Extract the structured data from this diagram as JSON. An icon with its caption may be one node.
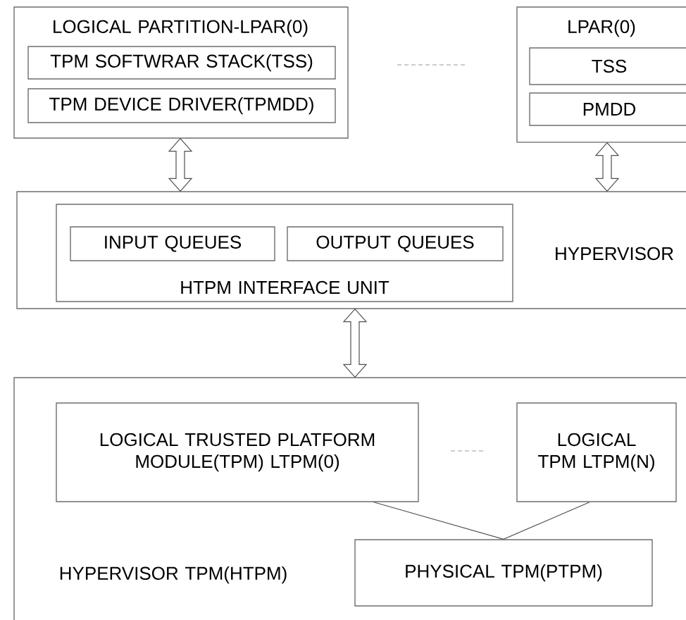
{
  "diagram": {
    "nodes": [
      {
        "text": [
          "LOGICAL PARTITION-LPAR(0)"
        ]
      },
      {
        "text": [
          "TPM SOFTWRAR STACK(TSS)"
        ],
        "in": 0
      },
      {
        "text": [
          "TPM DEVICE DRIVER(TPMDD)"
        ],
        "in": 0
      },
      {
        "text": [
          "LPAR(0)"
        ]
      },
      {
        "text": [
          "TSS"
        ],
        "in": 3
      },
      {
        "text": [
          "PMDD"
        ],
        "in": 3
      },
      {
        "text": [
          "HYPERVISOR"
        ]
      },
      {
        "text": [
          "HTPM INTERFACE UNIT"
        ],
        "in": 6
      },
      {
        "text": [
          "INPUT QUEUES"
        ],
        "in": 7
      },
      {
        "text": [
          "OUTPUT QUEUES"
        ],
        "in": 7
      },
      {
        "text": [
          "HYPERVISOR TPM(HTPM)"
        ]
      },
      {
        "text": [
          "LOGICAL TRUSTED PLATFORM MODULE(TPM) LTPM(0)"
        ],
        "in": 10
      },
      {
        "text": [
          "LOGICAL TPM LTPM(N)"
        ],
        "in": 10
      },
      {
        "text": [
          "PHYSICAL TPM(PTPM)"
        ],
        "in": 10
      }
    ],
    "edges": [
      {
        "from": 0,
        "to": 6,
        "arrow": "both",
        "style": "thick"
      },
      {
        "from": 3,
        "to": 6,
        "arrow": "both",
        "style": "thick"
      },
      {
        "from": 6,
        "to": 10,
        "arrow": "both",
        "style": "thick"
      },
      {
        "from": 11,
        "to": 13,
        "arrow": "none"
      },
      {
        "from": 12,
        "to": 13,
        "arrow": "none"
      }
    ]
  }
}
